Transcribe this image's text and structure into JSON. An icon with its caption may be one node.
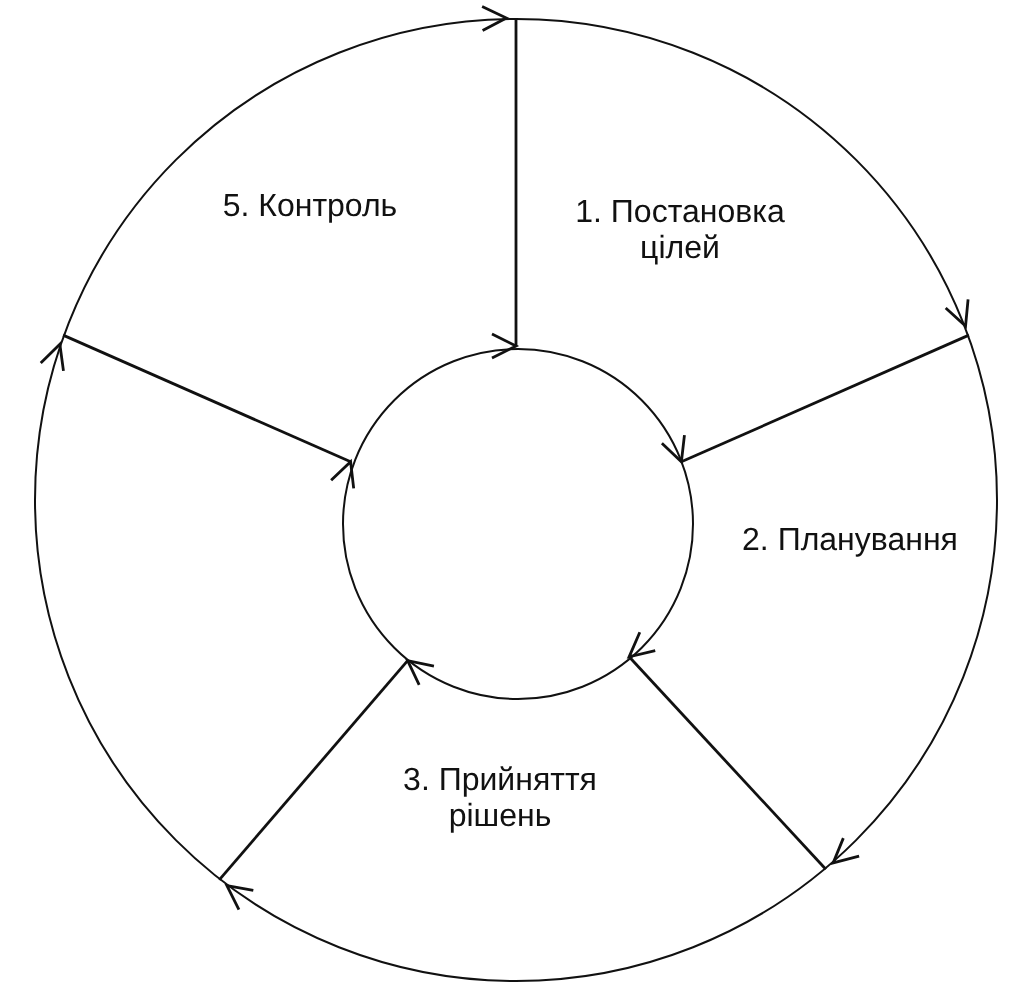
{
  "diagram": {
    "nodes": [
      {
        "text": [],
        "shape": "circle"
      },
      {
        "text": [],
        "shape": "circle",
        "in": 0
      }
    ],
    "labels": [
      "5. Контроль",
      "1. Постановка цілей",
      "2. Планування",
      "3. Прийняття рішень"
    ]
  }
}
